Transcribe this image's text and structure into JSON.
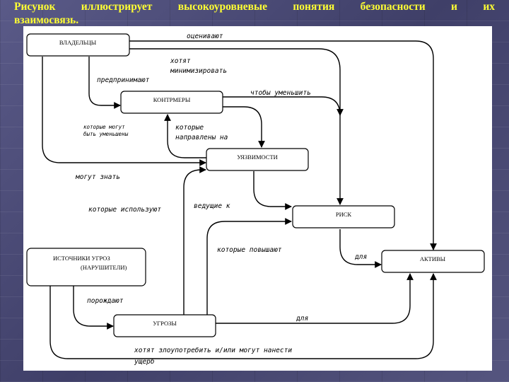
{
  "heading": {
    "line1": "Рисунок   иллюстрирует высокоуровневые понятия безопасности и их",
    "line2": "взаимосвязь."
  },
  "boxes": {
    "owners": "ВЛАДЕЛЬЦЫ",
    "countermeasures": "КОНТРМЕРЫ",
    "vulnerabilities": "УЯЗВИМОСТИ",
    "risk": "РИСК",
    "assets": "АКТИВЫ",
    "threat_agents_line1": "ИСТОЧНИКИ УГРОЗ",
    "threat_agents_line2": "(НАРУШИТЕЛИ)",
    "threats": "УГРОЗЫ"
  },
  "labels": {
    "value": "оценивают",
    "wish_minimise_1": "хотят",
    "wish_minimise_2": "минимизировать",
    "impose": "предпринимают",
    "to_reduce": "чтобы уменьшить",
    "may_be_reduced_1": "которые могут",
    "may_be_reduced_2": "быть уменьшены",
    "directed_at_1": "которые",
    "directed_at_2": "направлены на",
    "may_be_aware": "могут знать",
    "that_exploit": "которые используют",
    "leading_to": "ведущие к",
    "that_increase": "которые повышают",
    "to_risk": "для",
    "give_rise": "порождают",
    "to_assets": "для",
    "wish_abuse_1": "хотят злоупотребить и/или могут нанести",
    "wish_abuse_2": "ущерб"
  }
}
